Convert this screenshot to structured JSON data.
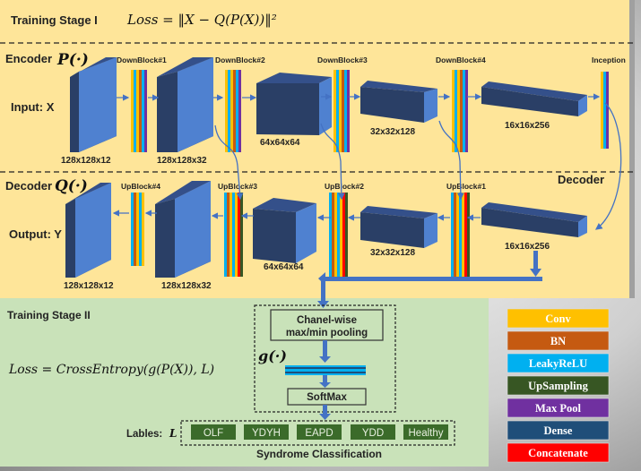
{
  "stage1": {
    "title": "Training Stage I",
    "loss": "Loss = ‖X − Q(P(X))‖²"
  },
  "encoder": {
    "title": "Encoder",
    "func": "P(·)",
    "input_label": "Input: X",
    "blocks": [
      {
        "name": "DownBlock#1",
        "layers": [
          "Conv",
          "LeakyReLU",
          "Conv",
          "BN",
          "LeakyReLU",
          "Max Pool"
        ]
      },
      {
        "name": "DownBlock#2",
        "layers": [
          "Conv",
          "LeakyReLU",
          "Conv",
          "BN",
          "LeakyReLU",
          "Max Pool"
        ]
      },
      {
        "name": "DownBlock#3",
        "layers": [
          "Conv",
          "LeakyReLU",
          "Conv",
          "BN",
          "LeakyReLU",
          "Max Pool"
        ]
      },
      {
        "name": "DownBlock#4",
        "layers": [
          "Conv",
          "LeakyReLU",
          "Conv",
          "BN",
          "LeakyReLU",
          "Max Pool"
        ]
      },
      {
        "name": "Inception",
        "layers": [
          "Conv",
          "LeakyReLU",
          "Max Pool"
        ]
      }
    ],
    "tensors": [
      "128x128x12",
      "128x128x32",
      "64x64x64",
      "32x32x128",
      "16x16x256"
    ]
  },
  "decoder": {
    "title": "Decoder",
    "func": "Q(·)",
    "side_label": "Decoder",
    "output_label": "Output: Y",
    "blocks": [
      {
        "name": "UpBlock#1",
        "layers": [
          "LeakyReLU",
          "BN",
          "Conv",
          "LeakyReLU",
          "Conv",
          "Concatenate",
          "UpSampling"
        ]
      },
      {
        "name": "UpBlock#2",
        "layers": [
          "LeakyReLU",
          "BN",
          "Conv",
          "LeakyReLU",
          "Conv",
          "Concatenate",
          "UpSampling"
        ]
      },
      {
        "name": "UpBlock#3",
        "layers": [
          "LeakyReLU",
          "BN",
          "Conv",
          "LeakyReLU",
          "Conv",
          "Concatenate",
          "UpSampling"
        ]
      },
      {
        "name": "UpBlock#4",
        "layers": [
          "LeakyReLU",
          "BN",
          "Conv",
          "LeakyReLU",
          "Conv"
        ]
      }
    ],
    "tensors": [
      "16x16x256",
      "32x32x128",
      "64x64x64",
      "128x128x32",
      "128x128x12"
    ]
  },
  "stage2": {
    "title": "Training Stage II",
    "loss": "Loss = CrossEntropy(g(P(X)), L)",
    "pooling_line1": "Chanel-wise",
    "pooling_line2": "max/min pooling",
    "g_func": "g(·)",
    "softmax": "SoftMax",
    "labels_prefix": "Lables:",
    "labels_var": "L",
    "labels": [
      "OLF",
      "YDYH",
      "EAPD",
      "YDD",
      "Healthy"
    ],
    "caption": "Syndrome Classification"
  },
  "legend": [
    {
      "label": "Conv",
      "color": "#ffc000"
    },
    {
      "label": "BN",
      "color": "#c55a11"
    },
    {
      "label": "LeakyReLU",
      "color": "#00b0f0"
    },
    {
      "label": "UpSampling",
      "color": "#375623"
    },
    {
      "label": "Max Pool",
      "color": "#7030a0"
    },
    {
      "label": "Dense",
      "color": "#1f4e79"
    },
    {
      "label": "Concatenate",
      "color": "#ff0000"
    }
  ],
  "colors": {
    "stage1_bg": "#fee599",
    "stage2_bg": "#c9e2b9",
    "cube_front": "#4f81d0",
    "cube_dark": "#2a3f66",
    "arrow": "#4472c4",
    "label_box": "#3b6b2a"
  }
}
